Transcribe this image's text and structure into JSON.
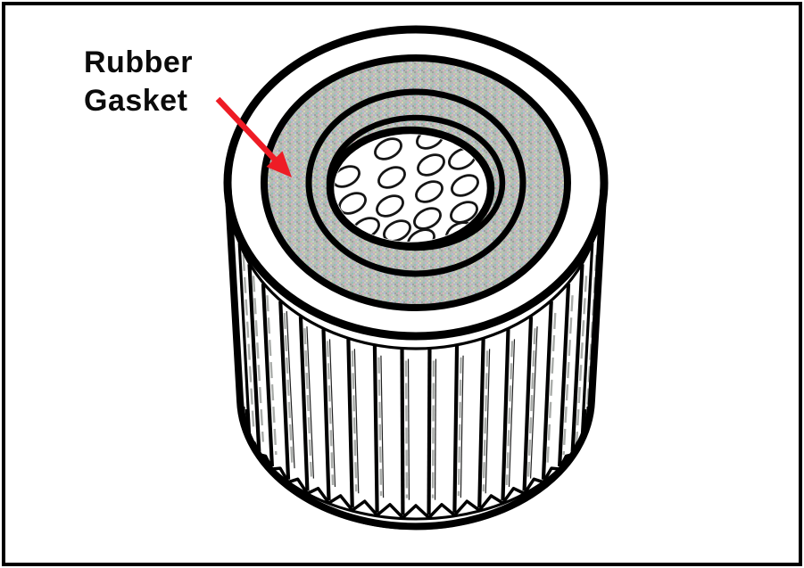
{
  "frame": {
    "background": "#ffffff",
    "border_color": "#000000"
  },
  "label": {
    "line1": "Rubber",
    "line2": "Gasket"
  },
  "arrow": {
    "color": "#ee1c25",
    "outline": "#b0131a"
  },
  "illustration": {
    "subject": "pleated-filter-cartridge-with-rubber-gasket",
    "line_color": "#000000",
    "pleat_shade_color": "#a9aca9",
    "gasket_base_color": "#b7bab5",
    "gasket_dither_colors": [
      "#c9ccc8",
      "#9fa39f",
      "#d9b3bd",
      "#b0d0b0",
      "#b2bcd9",
      "#d6d6b0",
      "#8fc4b4"
    ]
  }
}
